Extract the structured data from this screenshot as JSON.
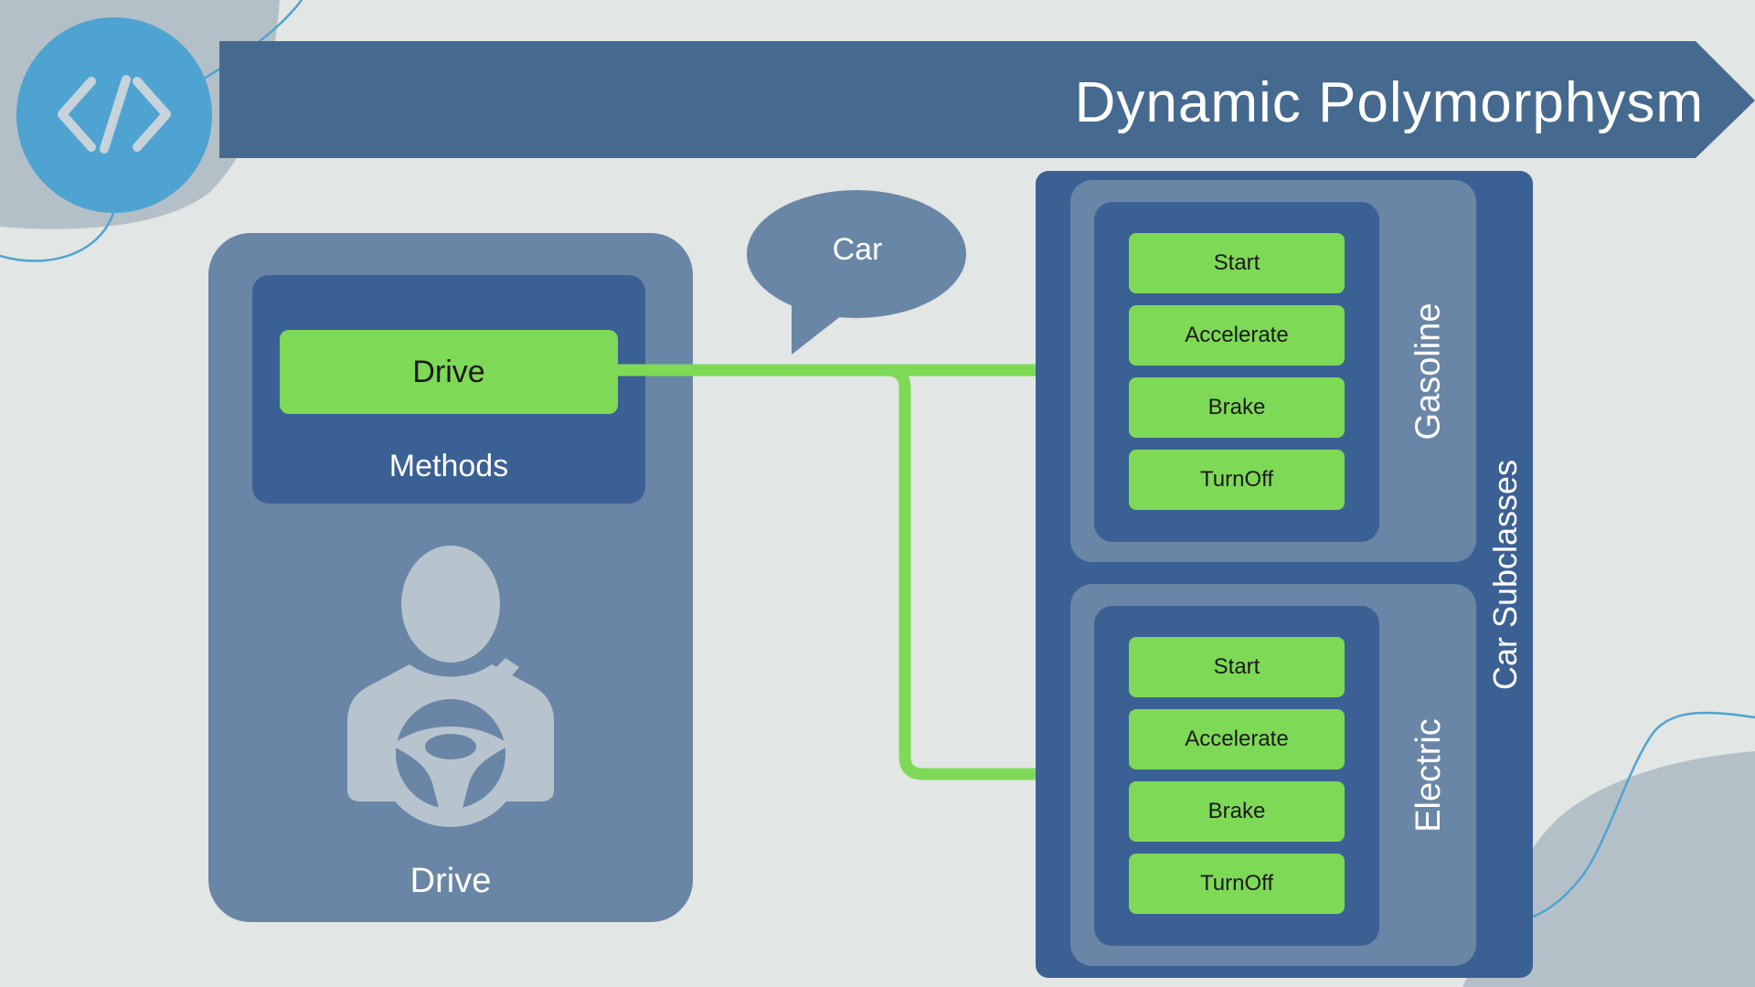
{
  "colors": {
    "background": "#e2e6e4",
    "banner": "#466990",
    "logo_circle": "#4fa3d1",
    "panel_light": "#6a86a6",
    "panel_dark": "#3b6094",
    "method_green": "#7ed957",
    "arrow_green": "#7ed957",
    "blob": "#b4c0c8",
    "driver_icon": "#b7c4ce"
  },
  "header": {
    "title": "Dynamic Polymorphysm",
    "logo_icon": "code-brackets-icon"
  },
  "driver_panel": {
    "method_button": "Drive",
    "methods_label": "Methods",
    "driver_icon": "driver-steering-wheel-icon",
    "driver_label": "Drive"
  },
  "speech_bubble": {
    "label": "Car"
  },
  "car_subclasses": {
    "label": "Car Subclasses",
    "gasoline": {
      "label": "Gasoline",
      "methods": [
        "Start",
        "Accelerate",
        "Brake",
        "TurnOff"
      ]
    },
    "electric": {
      "label": "Electric",
      "methods": [
        "Start",
        "Accelerate",
        "Brake",
        "TurnOff"
      ]
    }
  }
}
